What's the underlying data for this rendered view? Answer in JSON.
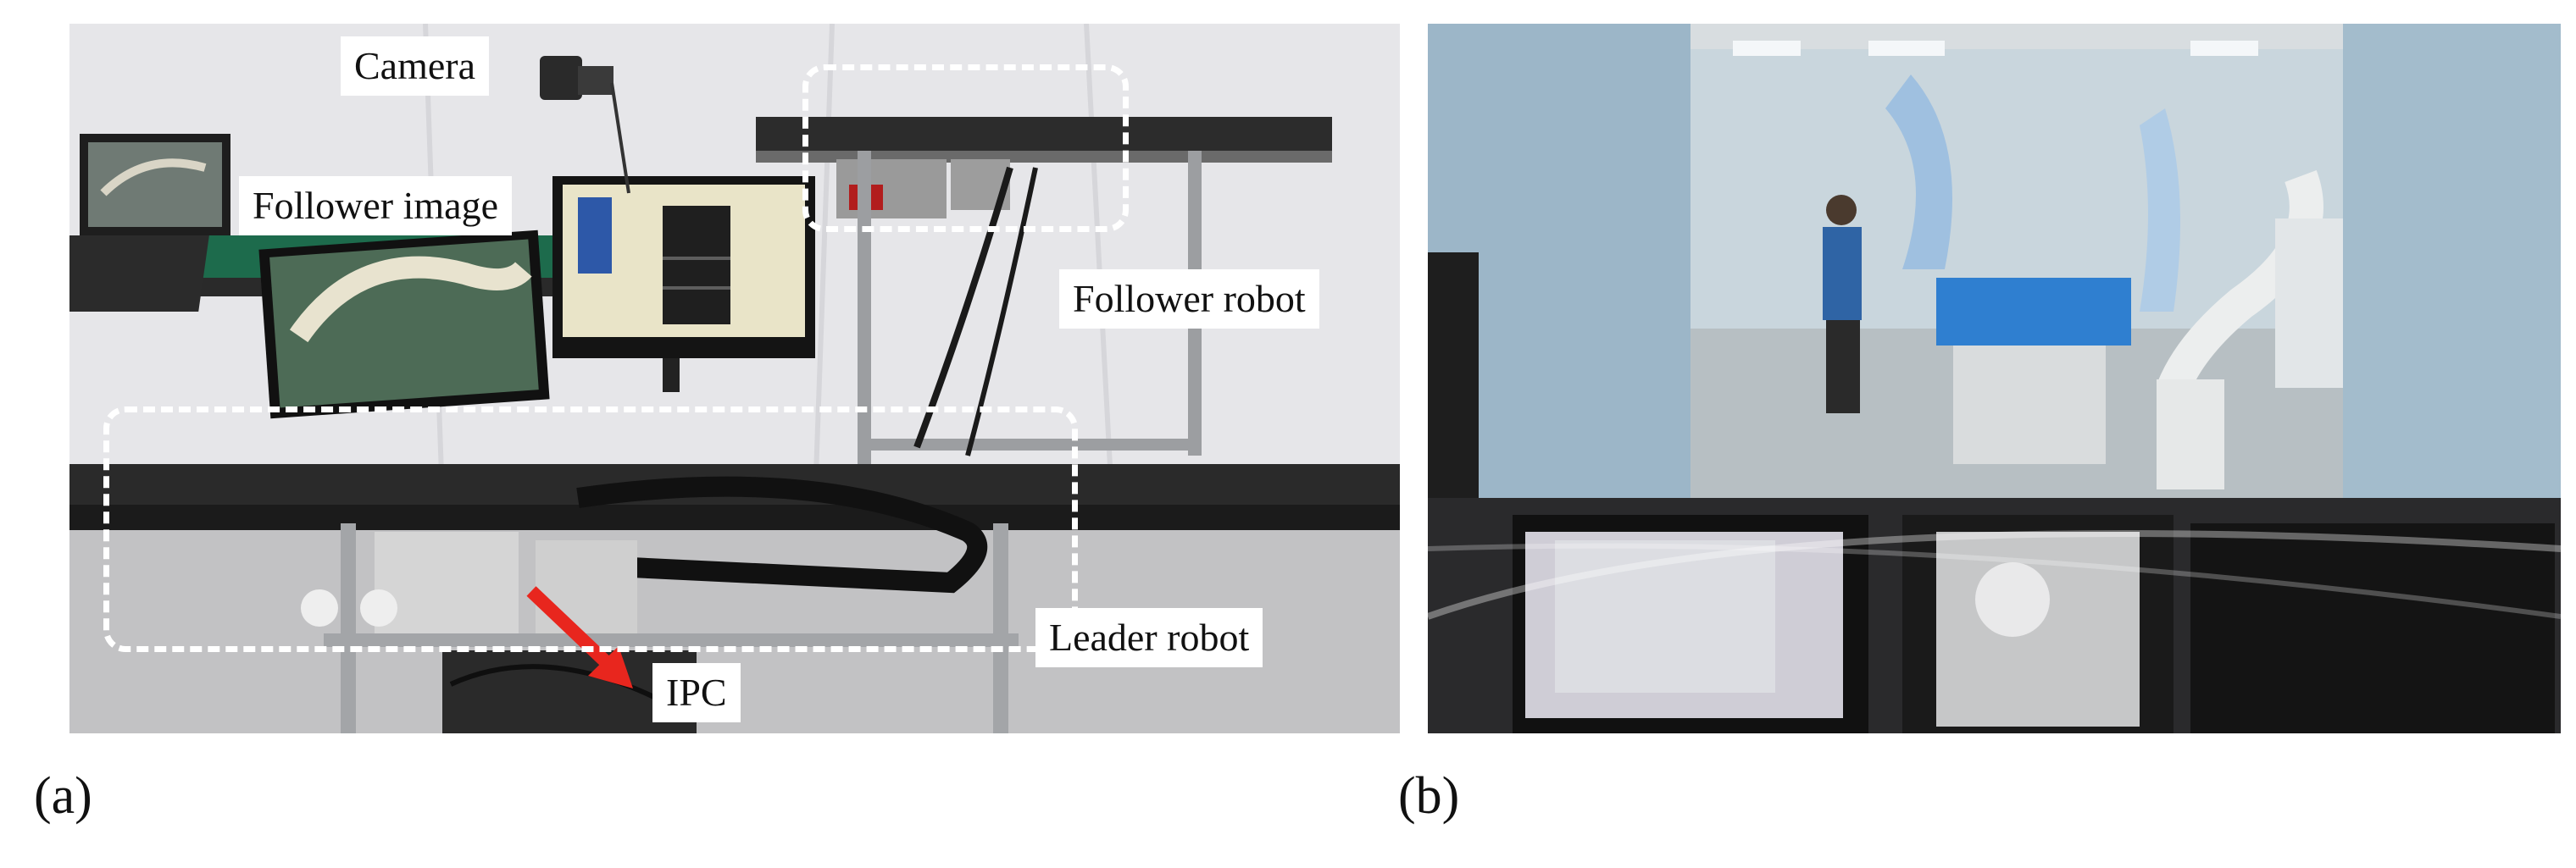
{
  "panel_a": {
    "labels": {
      "camera": "Camera",
      "follower_image": "Follower image",
      "follower_robot": "Follower robot",
      "leader_robot": "Leader robot",
      "ipc": "IPC"
    },
    "caption": "(a)"
  },
  "panel_b": {
    "caption": "(b)"
  },
  "colors": {
    "arrow": "#e8261e",
    "dashed_outline": "#ffffff"
  }
}
